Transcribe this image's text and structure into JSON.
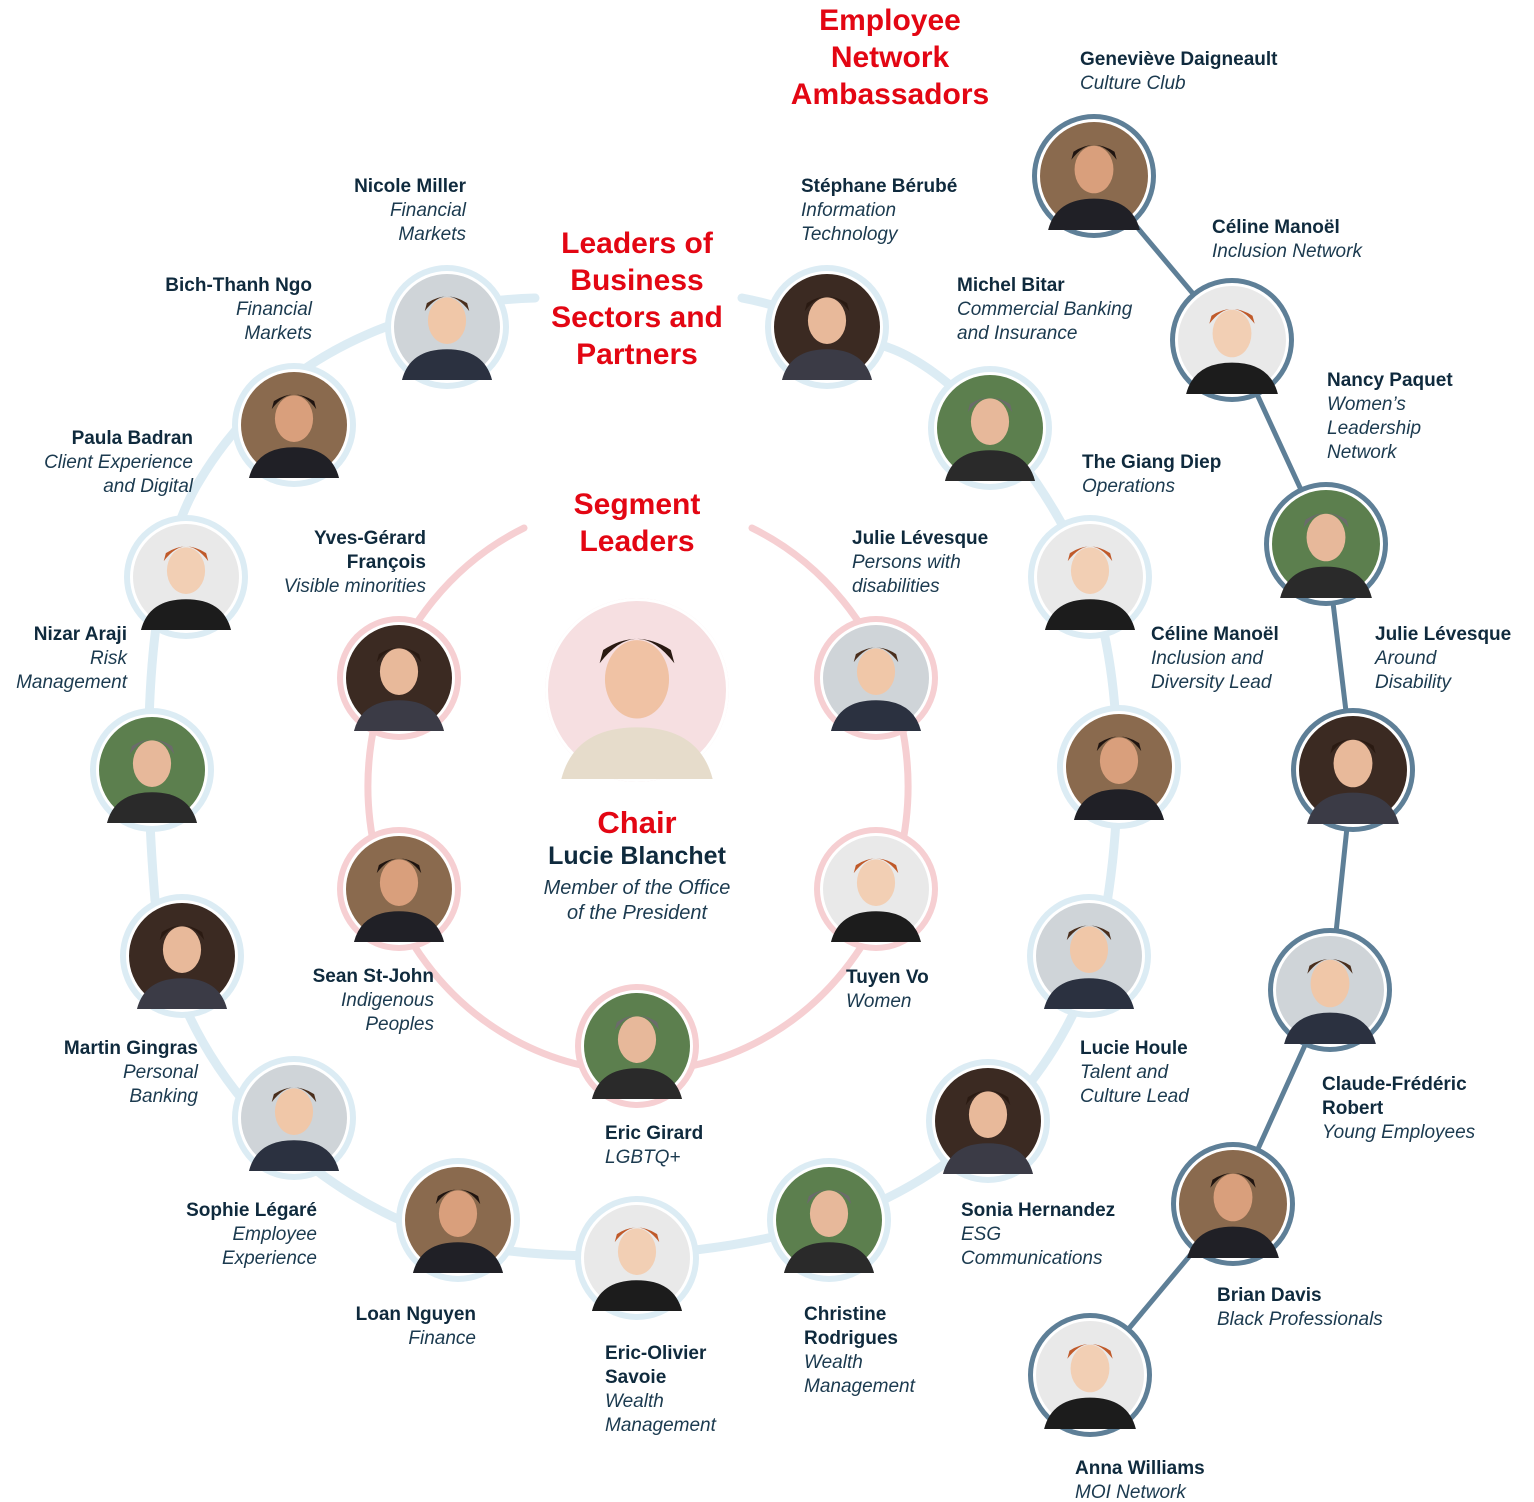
{
  "headings": {
    "employee_network": [
      "Employee",
      "Network",
      "Ambassadors"
    ],
    "business_leaders": [
      "Leaders of",
      "Business",
      "Sectors and",
      "Partners"
    ],
    "segment_leaders": [
      "Segment",
      "Leaders"
    ]
  },
  "chair": {
    "title": "Chair",
    "name": "Lucie Blanchet",
    "role": [
      "Member of the Office",
      "of the President"
    ]
  },
  "segment_leaders": [
    {
      "name": [
        "Yves-Gérard",
        "François"
      ],
      "role": [
        "Visible minorities"
      ]
    },
    {
      "name": [
        "Julie Lévesque"
      ],
      "role": [
        "Persons with",
        "disabilities"
      ]
    },
    {
      "name": [
        "Sean St-John"
      ],
      "role": [
        "Indigenous",
        "Peoples"
      ]
    },
    {
      "name": [
        "Tuyen Vo"
      ],
      "role": [
        "Women"
      ]
    },
    {
      "name": [
        "Eric Girard"
      ],
      "role": [
        "LGBTQ+"
      ]
    }
  ],
  "business_leaders": [
    {
      "name": [
        "Nicole Miller"
      ],
      "role": [
        "Financial",
        "Markets"
      ]
    },
    {
      "name": [
        "Bich-Thanh Ngo"
      ],
      "role": [
        "Financial",
        "Markets"
      ]
    },
    {
      "name": [
        "Paula Badran"
      ],
      "role": [
        "Client Experience",
        "and Digital"
      ]
    },
    {
      "name": [
        "Nizar Araji"
      ],
      "role": [
        "Risk",
        "Management"
      ]
    },
    {
      "name": [
        "Martin Gingras"
      ],
      "role": [
        "Personal",
        "Banking"
      ]
    },
    {
      "name": [
        "Sophie Légaré"
      ],
      "role": [
        "Employee",
        "Experience"
      ]
    },
    {
      "name": [
        "Loan Nguyen"
      ],
      "role": [
        "Finance"
      ]
    },
    {
      "name": [
        "Eric-Olivier",
        "Savoie"
      ],
      "role": [
        "Wealth",
        "Management"
      ]
    },
    {
      "name": [
        "Christine",
        "Rodrigues"
      ],
      "role": [
        "Wealth",
        "Management"
      ]
    },
    {
      "name": [
        "Sonia Hernandez"
      ],
      "role": [
        "ESG",
        "Communications"
      ]
    },
    {
      "name": [
        "Lucie Houle"
      ],
      "role": [
        "Talent and",
        "Culture Lead"
      ]
    },
    {
      "name": [
        "Céline Manoël"
      ],
      "role": [
        "Inclusion and",
        "Diversity Lead"
      ]
    },
    {
      "name": [
        "The Giang Diep"
      ],
      "role": [
        "Operations"
      ]
    },
    {
      "name": [
        "Michel Bitar"
      ],
      "role": [
        "Commercial Banking",
        "and Insurance"
      ]
    },
    {
      "name": [
        "Stéphane Bérubé"
      ],
      "role": [
        "Information",
        "Technology"
      ]
    }
  ],
  "ambassadors": [
    {
      "name": [
        "Geneviève Daigneault"
      ],
      "role": [
        "Culture Club"
      ]
    },
    {
      "name": [
        "Céline Manoël"
      ],
      "role": [
        "Inclusion Network"
      ]
    },
    {
      "name": [
        "Nancy Paquet"
      ],
      "role": [
        "Women’s",
        "Leadership",
        "Network"
      ]
    },
    {
      "name": [
        "Julie Lévesque"
      ],
      "role": [
        "Around",
        "Disability"
      ]
    },
    {
      "name": [
        "Claude-Frédéric",
        "Robert"
      ],
      "role": [
        "Young Employees"
      ]
    },
    {
      "name": [
        "Brian Davis"
      ],
      "role": [
        "Black Professionals"
      ]
    },
    {
      "name": [
        "Anna Williams"
      ],
      "role": [
        "MOI Network"
      ]
    }
  ],
  "colors": {
    "heading_red": "#e30613",
    "text_navy": "#0f2a3d",
    "segment_ring": "#f6cfd2",
    "business_ring": "#dcecf4",
    "ambassador_line": "#5e7f97"
  }
}
